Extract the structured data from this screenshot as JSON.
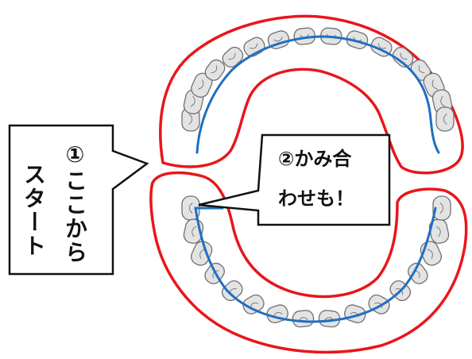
{
  "callout_start": {
    "line1": "①ここから",
    "line2": "スタート"
  },
  "callout_bite": {
    "line1": "②かみ合",
    "line2": "わせも！"
  },
  "colors": {
    "gum_outline": "#e8161b",
    "brush_path": "#1f6fc1",
    "tooth_fill": "#e3e3e3",
    "tooth_stroke": "#707070",
    "callout_border": "#111111"
  },
  "icons": {
    "upper_arch": "upper-dental-arch",
    "lower_arch": "lower-dental-arch"
  }
}
